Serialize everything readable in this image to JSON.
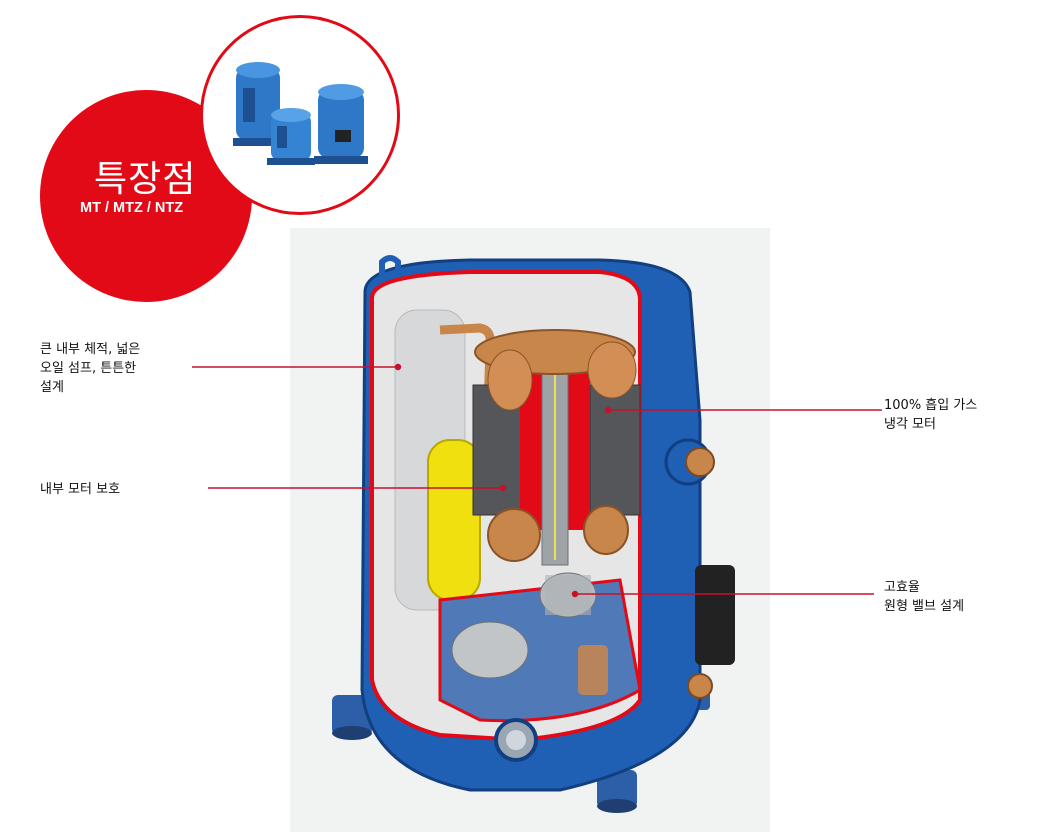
{
  "badge": {
    "title": "특장점",
    "subtitle": "MT / MTZ / NTZ"
  },
  "callouts": {
    "sump": "큰 내부 체적, 넓은\n오일 섬프, 튼튼한\n설계",
    "motor_protection": "내부 모터 보호",
    "cooled_motor": "100% 흡입 가스\n냉각 모터",
    "valve": "고효율\n원형 밸브 설계"
  },
  "colors": {
    "accent_red": "#e10a16",
    "shell_blue": "#1f5fb4",
    "leader_line": "#c8102e"
  }
}
